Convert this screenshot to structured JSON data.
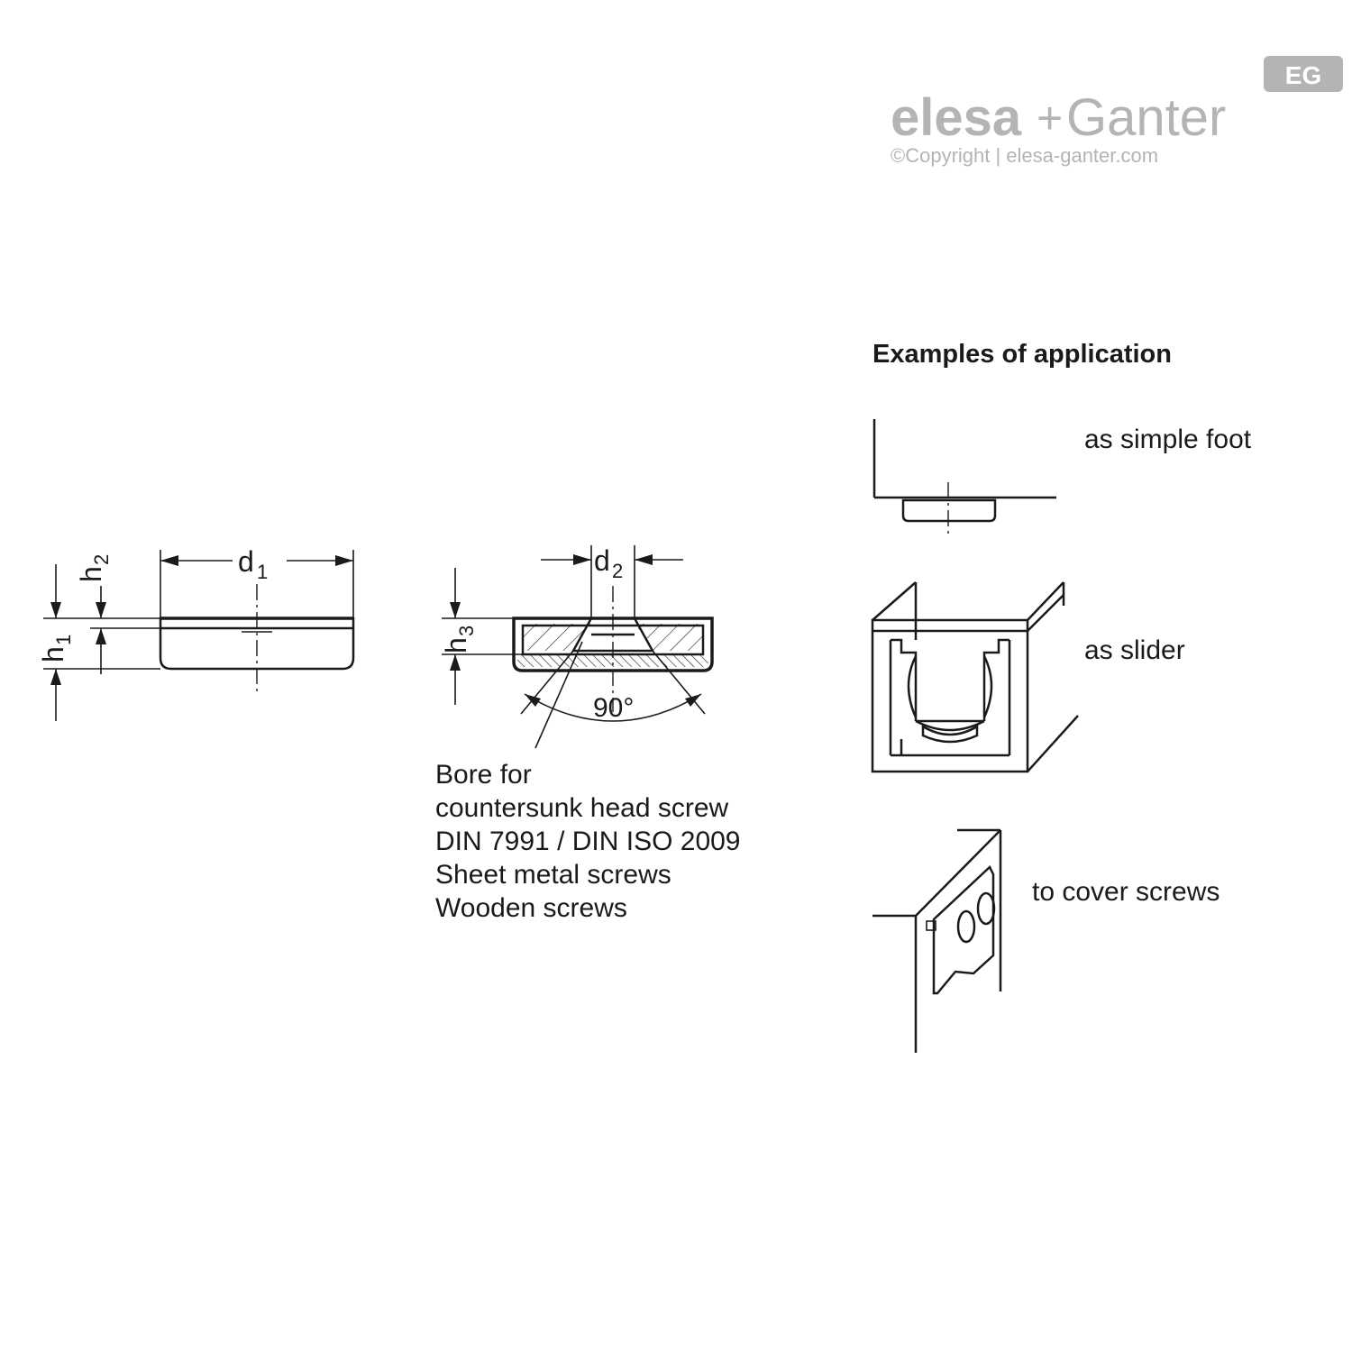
{
  "brand": {
    "name_main": "elesa",
    "name_plus": "+",
    "name_second": "Ganter",
    "copyright": "©Copyright | elesa-ganter.com",
    "badge": "EG",
    "color": "#b4b4b4"
  },
  "drawing_left": {
    "d1_label": "d",
    "d1_sub": "1",
    "h1_label": "h",
    "h1_sub": "1",
    "h2_label": "h",
    "h2_sub": "2"
  },
  "drawing_center": {
    "d2_label": "d",
    "d2_sub": "2",
    "h3_label": "h",
    "h3_sub": "3",
    "angle_label": "90°",
    "note_lines": [
      "Bore for",
      "countersunk head screw",
      "DIN 7991 / DIN ISO 2009",
      "Sheet metal screws",
      "Wooden screws"
    ]
  },
  "applications": {
    "heading": "Examples of application",
    "items": [
      {
        "label": "as simple foot"
      },
      {
        "label": "as slider"
      },
      {
        "label": "to cover screws"
      }
    ]
  }
}
